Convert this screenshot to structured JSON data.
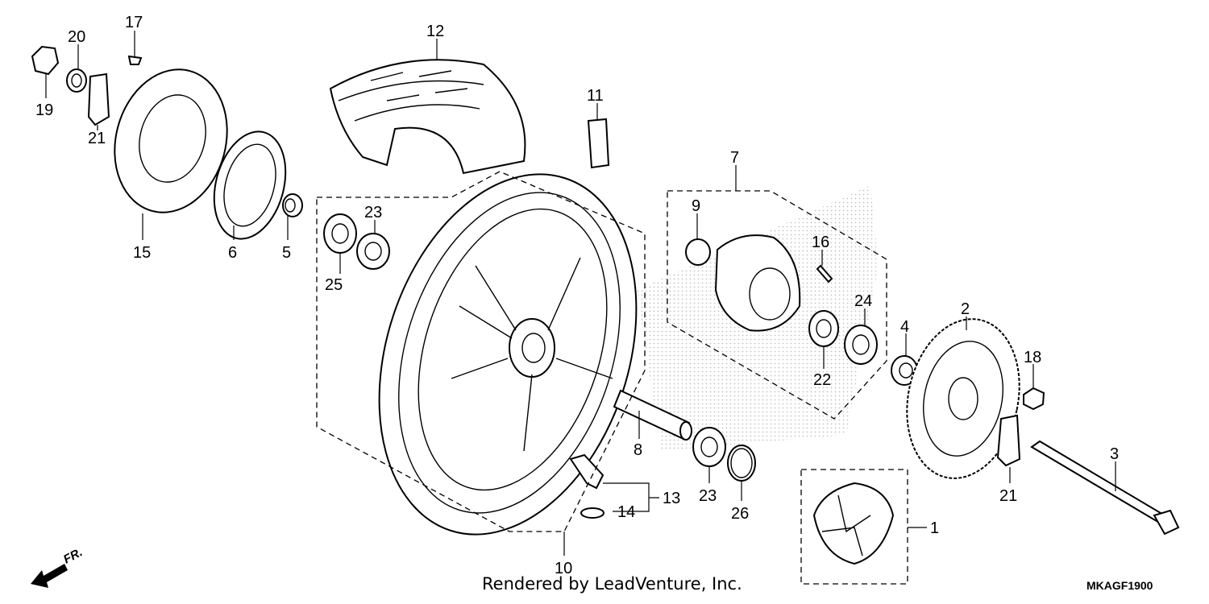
{
  "callouts": {
    "c1": "1",
    "c2": "2",
    "c3": "3",
    "c4": "4",
    "c5": "5",
    "c6": "6",
    "c7": "7",
    "c8": "8",
    "c9": "9",
    "c10": "10",
    "c11": "11",
    "c12": "12",
    "c13": "13",
    "c14": "14",
    "c15": "15",
    "c16": "16",
    "c17": "17",
    "c18": "18",
    "c19": "19",
    "c20": "20",
    "c21a": "21",
    "c21b": "21",
    "c22": "22",
    "c23a": "23",
    "c23b": "23",
    "c24": "24",
    "c25": "25",
    "c26": "26"
  },
  "footer": {
    "credit": "Rendered by LeadVenture, Inc.",
    "diagram_code": "MKAGF1900"
  },
  "direction": {
    "label": "FR."
  }
}
